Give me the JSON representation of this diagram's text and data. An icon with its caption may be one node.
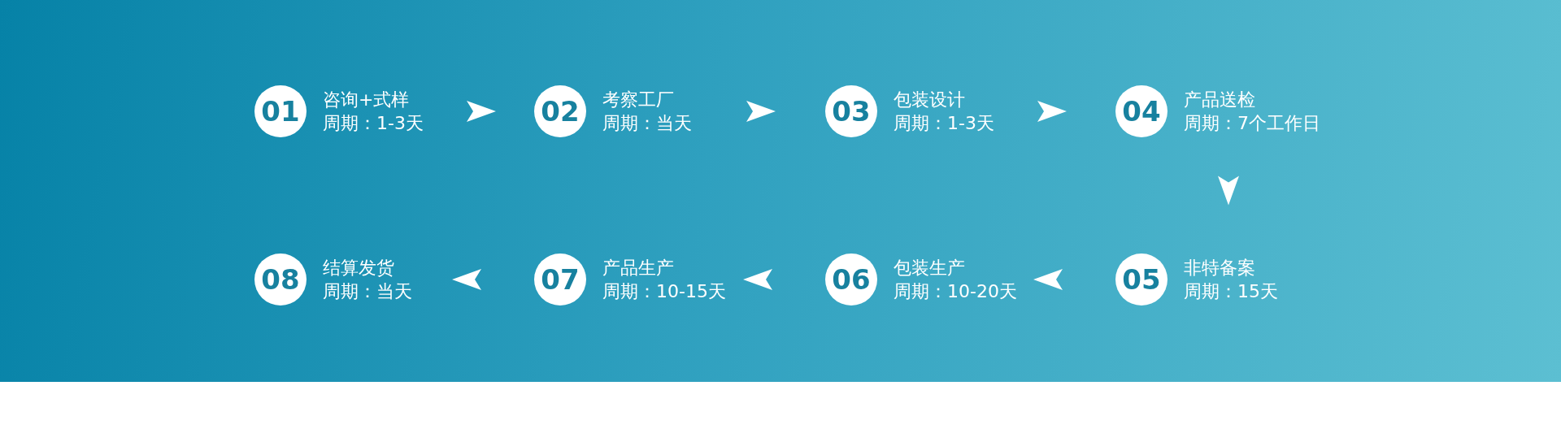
{
  "diagram": {
    "nodes": [
      {
        "text": [
          "01"
        ],
        "beside": [
          "咨询+式样",
          "周期：1-3天"
        ]
      },
      {
        "text": [
          "02"
        ],
        "beside": [
          "考察工厂",
          "周期：当天"
        ]
      },
      {
        "text": [
          "03"
        ],
        "beside": [
          "包装设计",
          "周期：1-3天"
        ]
      },
      {
        "text": [
          "04"
        ],
        "beside": [
          "产品送检",
          "周期：7个工作日"
        ]
      },
      {
        "text": [
          "05"
        ],
        "beside": [
          "非特备案",
          "周期：15天"
        ]
      },
      {
        "text": [
          "06"
        ],
        "beside": [
          "包装生产",
          "周期：10-20天"
        ]
      },
      {
        "text": [
          "07"
        ],
        "beside": [
          "产品生产",
          "周期：10-15天"
        ]
      },
      {
        "text": [
          "08"
        ],
        "beside": [
          "结算发货",
          "周期：当天"
        ]
      }
    ],
    "edges": [
      {
        "from": 0,
        "to": 1,
        "arrow": "to"
      },
      {
        "from": 1,
        "to": 2,
        "arrow": "to"
      },
      {
        "from": 2,
        "to": 3,
        "arrow": "to"
      },
      {
        "from": 3,
        "to": 4,
        "arrow": "to"
      },
      {
        "from": 4,
        "to": 5,
        "arrow": "to"
      },
      {
        "from": 5,
        "to": 6,
        "arrow": "to"
      },
      {
        "from": 6,
        "to": 7,
        "arrow": "to"
      }
    ]
  }
}
